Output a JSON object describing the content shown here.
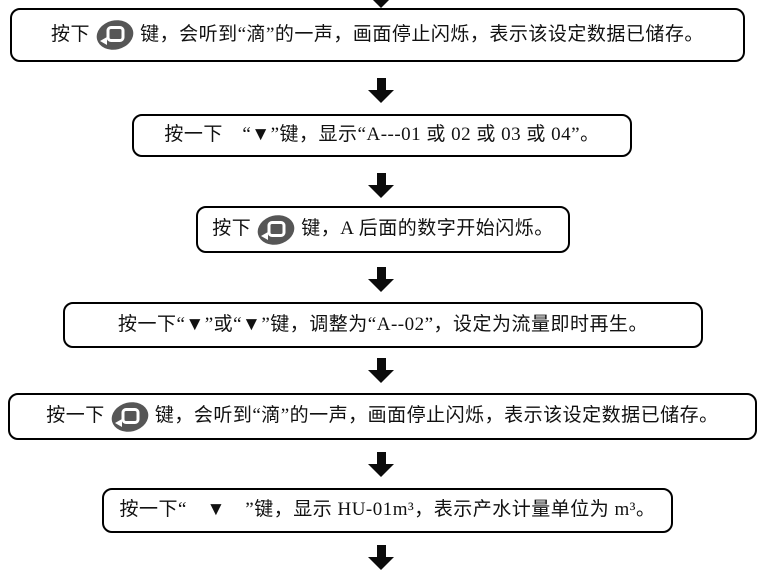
{
  "colors": {
    "box_border": "#000000",
    "box_background": "#ffffff",
    "arrow": "#0b0b0b",
    "icon_background": "#565656",
    "icon_glyph": "#ffffff",
    "text": "#111111"
  },
  "icons": {
    "enter_key": "enter-key-icon"
  },
  "flowchart": {
    "steps": [
      {
        "pre": "按下",
        "has_icon": true,
        "post": "键，会听到“滴”的一声，画面停止闪烁，表示该设定数据已储存。"
      },
      {
        "text": "按一下　“▼”键，显示“A---01 或 02 或 03 或 04”。"
      },
      {
        "pre": "按下",
        "has_icon": true,
        "post": "键，A 后面的数字开始闪烁。"
      },
      {
        "text": "按一下“▼”或“▼”键，调整为“A--02”，设定为流量即时再生。"
      },
      {
        "pre": "按一下",
        "has_icon": true,
        "post": "键，会听到“滴”的一声，画面停止闪烁，表示该设定数据已储存。"
      },
      {
        "text": "按一下“　▼　”键，显示 HU-01m³，表示产水计量单位为 m³。"
      }
    ]
  }
}
